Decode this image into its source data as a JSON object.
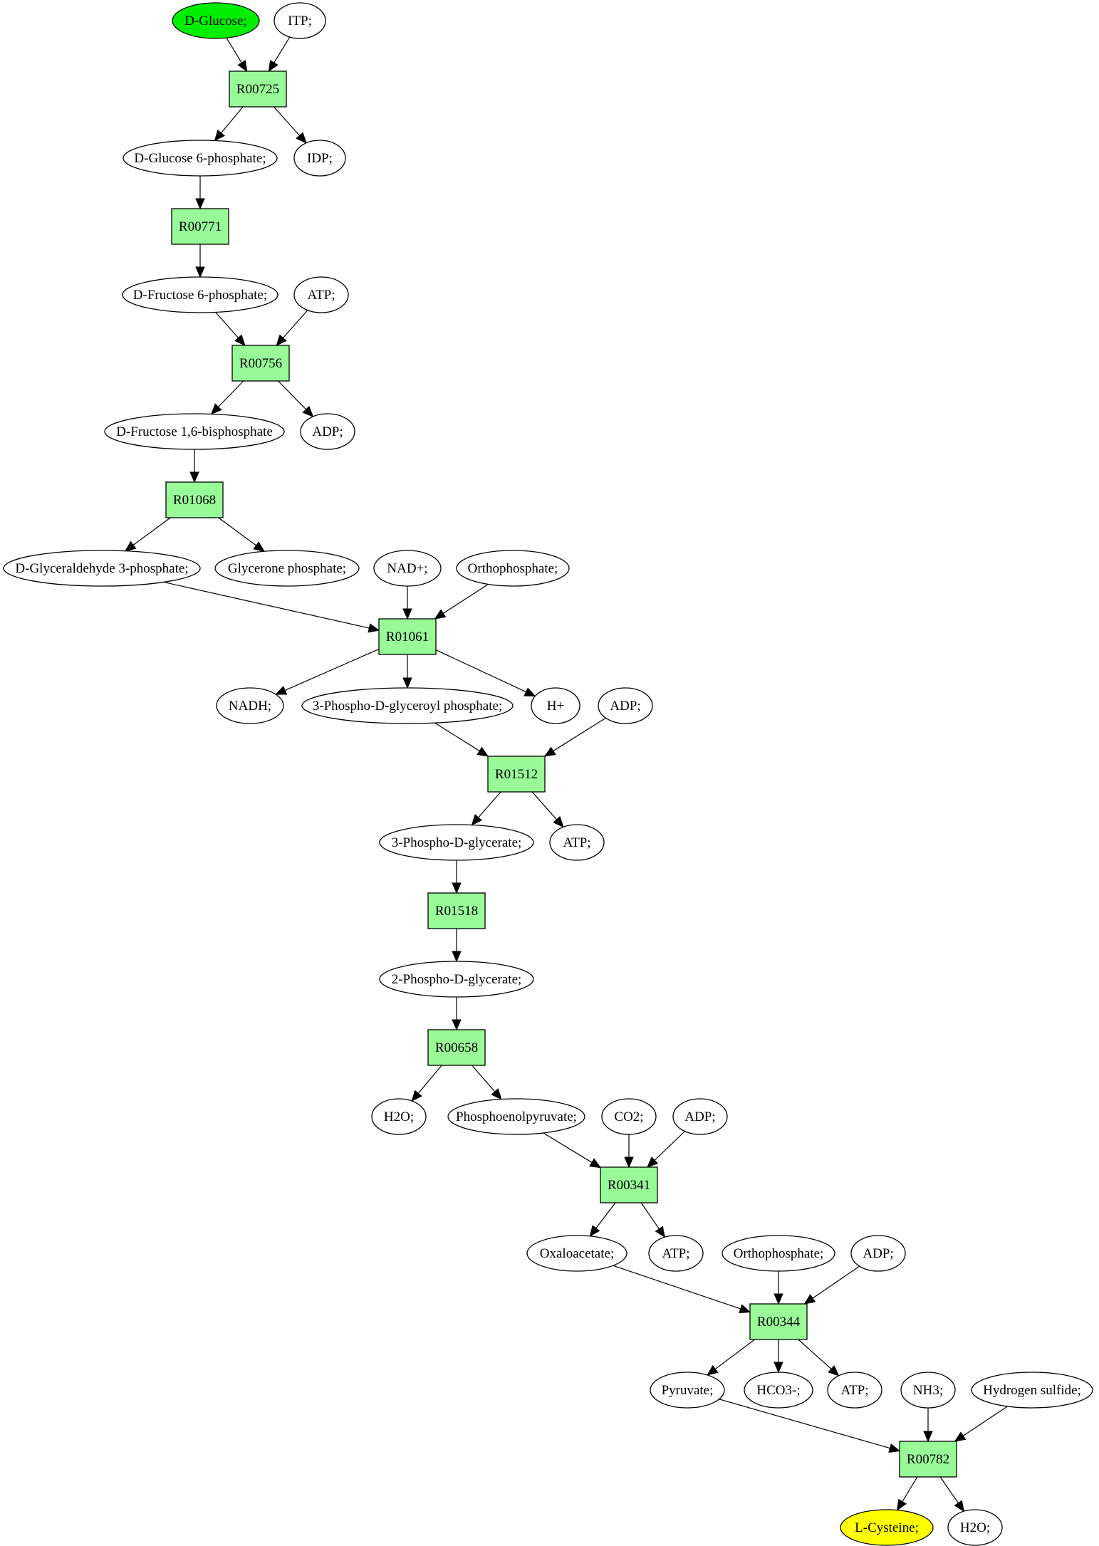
{
  "colors": {
    "reaction_fill": "#98fb98",
    "start_fill": "#00ee00",
    "target_fill": "#ffff00",
    "default_fill": "#ffffff",
    "stroke": "#000000"
  },
  "nodes": [
    {
      "id": "c_glucose",
      "label": "D-Glucose;",
      "shape": "ellipse",
      "fill": "#00ee00"
    },
    {
      "id": "c_itp",
      "label": "ITP;",
      "shape": "ellipse"
    },
    {
      "id": "r00725",
      "label": "R00725",
      "shape": "rect"
    },
    {
      "id": "c_g6p",
      "label": "D-Glucose 6-phosphate;",
      "shape": "ellipse"
    },
    {
      "id": "c_idp",
      "label": "IDP;",
      "shape": "ellipse"
    },
    {
      "id": "r00771",
      "label": "R00771",
      "shape": "rect"
    },
    {
      "id": "c_f6p",
      "label": "D-Fructose 6-phosphate;",
      "shape": "ellipse"
    },
    {
      "id": "c_atp1",
      "label": "ATP;",
      "shape": "ellipse"
    },
    {
      "id": "r00756",
      "label": "R00756",
      "shape": "rect"
    },
    {
      "id": "c_fbp",
      "label": "D-Fructose 1,6-bisphosphate",
      "shape": "ellipse"
    },
    {
      "id": "c_adp1",
      "label": "ADP;",
      "shape": "ellipse"
    },
    {
      "id": "r01068",
      "label": "R01068",
      "shape": "rect"
    },
    {
      "id": "c_gap",
      "label": "D-Glyceraldehyde 3-phosphate;",
      "shape": "ellipse"
    },
    {
      "id": "c_dhap",
      "label": "Glycerone phosphate;",
      "shape": "ellipse"
    },
    {
      "id": "c_nad",
      "label": "NAD+;",
      "shape": "ellipse"
    },
    {
      "id": "c_pi1",
      "label": "Orthophosphate;",
      "shape": "ellipse"
    },
    {
      "id": "r01061",
      "label": "R01061",
      "shape": "rect"
    },
    {
      "id": "c_nadh",
      "label": "NADH;",
      "shape": "ellipse"
    },
    {
      "id": "c_bpg",
      "label": "3-Phospho-D-glyceroyl phosphate;",
      "shape": "ellipse"
    },
    {
      "id": "c_h",
      "label": "H+",
      "shape": "ellipse"
    },
    {
      "id": "c_adp2",
      "label": "ADP;",
      "shape": "ellipse"
    },
    {
      "id": "r01512",
      "label": "R01512",
      "shape": "rect"
    },
    {
      "id": "c_3pg",
      "label": "3-Phospho-D-glycerate;",
      "shape": "ellipse"
    },
    {
      "id": "c_atp2",
      "label": "ATP;",
      "shape": "ellipse"
    },
    {
      "id": "r01518",
      "label": "R01518",
      "shape": "rect"
    },
    {
      "id": "c_2pg",
      "label": "2-Phospho-D-glycerate;",
      "shape": "ellipse"
    },
    {
      "id": "r00658",
      "label": "R00658",
      "shape": "rect"
    },
    {
      "id": "c_h2o1",
      "label": "H2O;",
      "shape": "ellipse"
    },
    {
      "id": "c_pep",
      "label": "Phosphoenolpyruvate;",
      "shape": "ellipse"
    },
    {
      "id": "c_co2",
      "label": "CO2;",
      "shape": "ellipse"
    },
    {
      "id": "c_adp3",
      "label": "ADP;",
      "shape": "ellipse"
    },
    {
      "id": "r00341",
      "label": "R00341",
      "shape": "rect"
    },
    {
      "id": "c_oaa",
      "label": "Oxaloacetate;",
      "shape": "ellipse"
    },
    {
      "id": "c_atp3",
      "label": "ATP;",
      "shape": "ellipse"
    },
    {
      "id": "c_pi2",
      "label": "Orthophosphate;",
      "shape": "ellipse"
    },
    {
      "id": "c_adp4",
      "label": "ADP;",
      "shape": "ellipse"
    },
    {
      "id": "r00344",
      "label": "R00344",
      "shape": "rect"
    },
    {
      "id": "c_pyr",
      "label": "Pyruvate;",
      "shape": "ellipse"
    },
    {
      "id": "c_hco3",
      "label": "HCO3-;",
      "shape": "ellipse"
    },
    {
      "id": "c_atp4",
      "label": "ATP;",
      "shape": "ellipse"
    },
    {
      "id": "c_nh3",
      "label": "NH3;",
      "shape": "ellipse"
    },
    {
      "id": "c_h2s",
      "label": "Hydrogen sulfide;",
      "shape": "ellipse"
    },
    {
      "id": "r00782",
      "label": "R00782",
      "shape": "rect"
    },
    {
      "id": "c_cys",
      "label": "L-Cysteine;",
      "shape": "ellipse",
      "fill": "#ffff00"
    },
    {
      "id": "c_h2o2",
      "label": "H2O;",
      "shape": "ellipse"
    }
  ],
  "edges": [
    [
      "c_glucose",
      "r00725"
    ],
    [
      "c_itp",
      "r00725"
    ],
    [
      "r00725",
      "c_g6p"
    ],
    [
      "r00725",
      "c_idp"
    ],
    [
      "c_g6p",
      "r00771"
    ],
    [
      "r00771",
      "c_f6p"
    ],
    [
      "c_f6p",
      "r00756"
    ],
    [
      "c_atp1",
      "r00756"
    ],
    [
      "r00756",
      "c_fbp"
    ],
    [
      "r00756",
      "c_adp1"
    ],
    [
      "c_fbp",
      "r01068"
    ],
    [
      "r01068",
      "c_gap"
    ],
    [
      "r01068",
      "c_dhap"
    ],
    [
      "c_gap",
      "r01061"
    ],
    [
      "c_nad",
      "r01061"
    ],
    [
      "c_pi1",
      "r01061"
    ],
    [
      "r01061",
      "c_nadh"
    ],
    [
      "r01061",
      "c_bpg"
    ],
    [
      "r01061",
      "c_h"
    ],
    [
      "c_bpg",
      "r01512"
    ],
    [
      "c_adp2",
      "r01512"
    ],
    [
      "r01512",
      "c_3pg"
    ],
    [
      "r01512",
      "c_atp2"
    ],
    [
      "c_3pg",
      "r01518"
    ],
    [
      "r01518",
      "c_2pg"
    ],
    [
      "c_2pg",
      "r00658"
    ],
    [
      "r00658",
      "c_h2o1"
    ],
    [
      "r00658",
      "c_pep"
    ],
    [
      "c_pep",
      "r00341"
    ],
    [
      "c_co2",
      "r00341"
    ],
    [
      "c_adp3",
      "r00341"
    ],
    [
      "r00341",
      "c_oaa"
    ],
    [
      "r00341",
      "c_atp3"
    ],
    [
      "c_oaa",
      "r00344"
    ],
    [
      "c_pi2",
      "r00344"
    ],
    [
      "c_adp4",
      "r00344"
    ],
    [
      "r00344",
      "c_pyr"
    ],
    [
      "r00344",
      "c_hco3"
    ],
    [
      "r00344",
      "c_atp4"
    ],
    [
      "c_pyr",
      "r00782"
    ],
    [
      "c_nh3",
      "r00782"
    ],
    [
      "c_h2s",
      "r00782"
    ],
    [
      "r00782",
      "c_cys"
    ],
    [
      "r00782",
      "c_h2o2"
    ]
  ]
}
